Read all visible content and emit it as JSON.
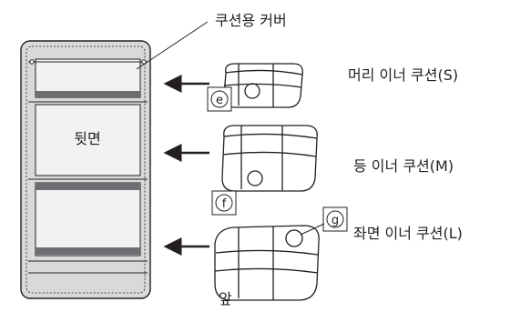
{
  "labels": {
    "cover": "쿠션용 커버",
    "back": "뒷면",
    "front": "앞",
    "head": "머리 이너 쿠션(S)",
    "back_cushion": "등 이너 쿠션(M)",
    "seat": "좌면 이너 쿠션(L)"
  },
  "markers": {
    "e": "e",
    "f": "f",
    "g": "g"
  },
  "colors": {
    "line": "#231f20",
    "cover_fill": "#d9d9d9",
    "panel_fill": "#f2f2f2",
    "band": "#6d6e71"
  }
}
